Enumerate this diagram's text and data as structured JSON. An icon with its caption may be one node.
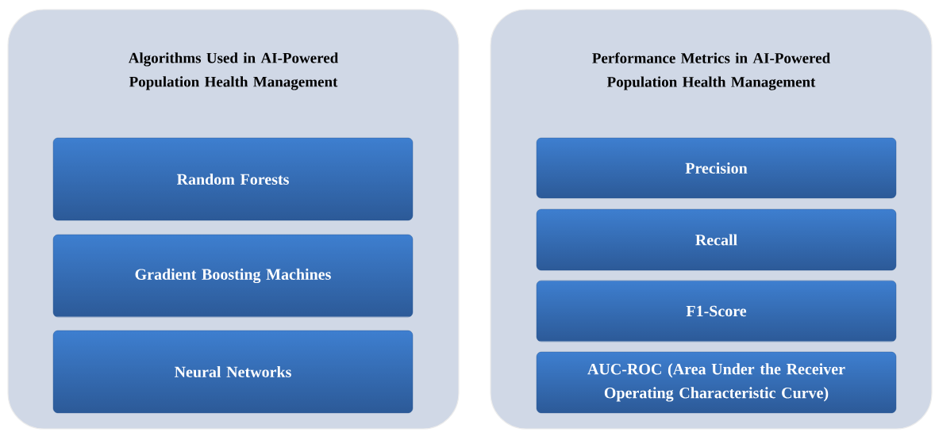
{
  "diagram": {
    "nodes": [
      {
        "text": [
          "Algorithms Used in AI-Powered Population Health Management"
        ]
      },
      {
        "text": [
          "Random Forests"
        ],
        "in": 0
      },
      {
        "text": [
          "Gradient Boosting Machines"
        ],
        "in": 0
      },
      {
        "text": [
          "Neural Networks"
        ],
        "in": 0
      },
      {
        "text": [
          "Performance Metrics in AI-Powered Population Health Management"
        ]
      },
      {
        "text": [
          "Precision"
        ],
        "in": 4
      },
      {
        "text": [
          "Recall"
        ],
        "in": 4
      },
      {
        "text": [
          "F1-Score"
        ],
        "in": 4
      },
      {
        "text": [
          "AUC-ROC (Area Under the Receiver Operating Characteristic Curve)"
        ],
        "in": 4
      }
    ]
  }
}
